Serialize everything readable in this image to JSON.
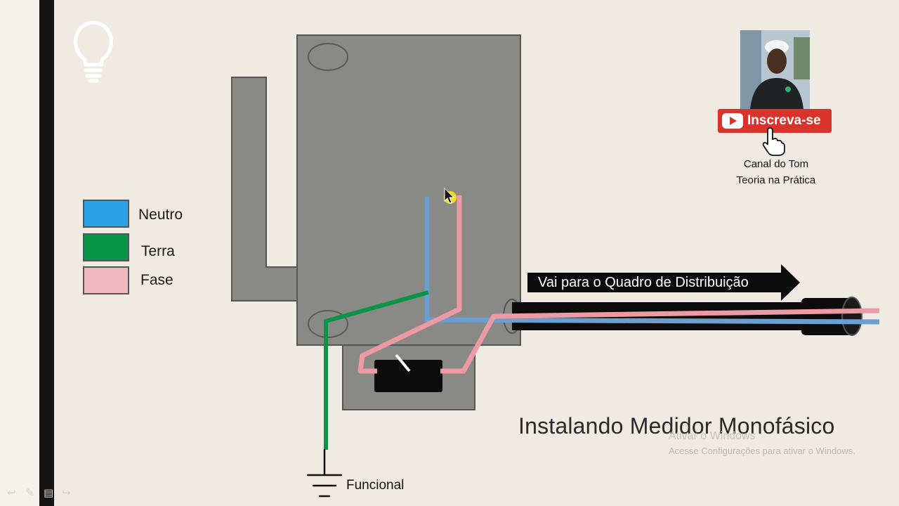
{
  "legend": {
    "items": [
      {
        "label": "Neutro",
        "color": "#29a3e6"
      },
      {
        "label": "Terra",
        "color": "#0a9447"
      },
      {
        "label": "Fase",
        "color": "#f2b8bf"
      }
    ]
  },
  "wire_colors": {
    "neutro": "#6c9ed0",
    "terra": "#0a9447",
    "fase": "#ee9aa3"
  },
  "arrow": {
    "text": "Vai para o Quadro de Distribuição"
  },
  "title": "Instalando Medidor Monofásico",
  "ground": {
    "label": "Funcional"
  },
  "channel": {
    "subscribe_label": "Inscreva-se",
    "name": "Canal do Tom",
    "subtitle": "Teoria na Prática",
    "button_color": "#d8342b"
  },
  "watermark": {
    "line1": "Ativar o Windows",
    "line2": "Acesse Configurações para ativar o Windows."
  },
  "icons": {
    "top_left": "lightbulb-icon",
    "subscribe": "youtube-play-icon",
    "cursor": "hand-pointer-icon",
    "ground": "ground-symbol-icon"
  }
}
